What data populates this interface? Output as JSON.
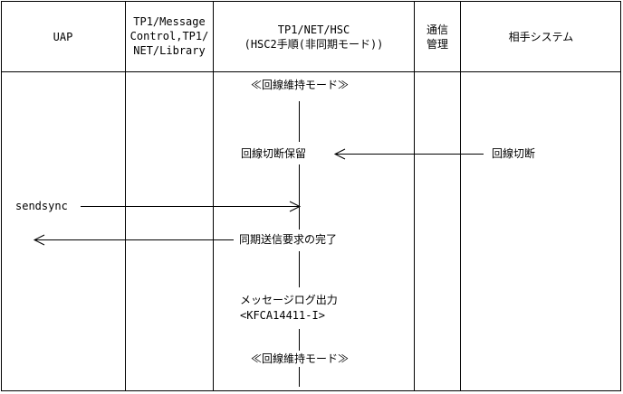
{
  "headers": {
    "uap": "UAP",
    "tp1_message_control": "TP1/Message\nControl,TP1/\nNET/Library",
    "tp1_net_hsc": "TP1/NET/HSC\n(HSC2手順(非同期モード))",
    "comm_mgmt": "通信\n管理",
    "remote_system": "相手システム"
  },
  "sequence": {
    "line_keep_mode_top": "≪回線維持モード≫",
    "line_disconnect_hold": "回線切断保留",
    "line_disconnect": "回線切断",
    "sendsync": "sendsync",
    "sync_send_complete": "同期送信要求の完了",
    "message_log_output": "メッセージログ出力",
    "message_id": "<KFCA14411-I>",
    "line_keep_mode_bottom": "≪回線維持モード≫"
  }
}
